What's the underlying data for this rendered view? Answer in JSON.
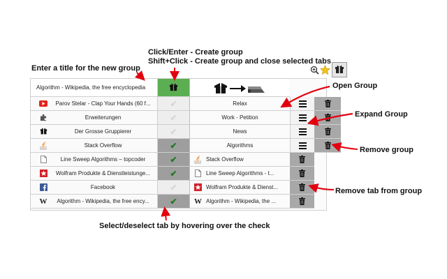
{
  "annotations": {
    "title_hint": "Enter a title for the new group",
    "create_hint_1": "Click/Enter - Create group",
    "create_hint_2": "Shift+Click - Create group and close selected tabs",
    "open_group": "Open Group",
    "expand_group": "Expand Group",
    "remove_group": "Remove group",
    "remove_tab": "Remove tab from group",
    "select_hint": "Select/deselect tab by hovering over the check"
  },
  "colors": {
    "accent_green": "#5cae52",
    "selected_gray": "#9e9e9e",
    "arrow_red": "#e3000f"
  },
  "toolbar": {
    "icons": [
      "zoom-icon",
      "star-icon",
      "tab-groups-extension-icon"
    ]
  },
  "new_group": {
    "title_value": "Algorithm - Wikipedia, the free encyclopedia",
    "create_icon": "gift-box-icon"
  },
  "tabs": [
    {
      "icon": "youtube-icon",
      "title": "Parov Stelar - Clap Your Hands (60 f...",
      "selected": false
    },
    {
      "icon": "puzzle-icon",
      "title": "Erweiterungen",
      "selected": false
    },
    {
      "icon": "gift-box-icon",
      "title": "Der Grosse Gruppierer",
      "selected": false
    },
    {
      "icon": "stackoverflow-icon",
      "title": "Stack Overflow",
      "selected": true
    },
    {
      "icon": "page-icon",
      "title": "Line Sweep Algorithms – topcoder",
      "selected": true
    },
    {
      "icon": "wolfram-icon",
      "title": "Wolfram Produkte & Dienstleistunge...",
      "selected": true
    },
    {
      "icon": "facebook-icon",
      "title": "Facebook",
      "selected": false
    },
    {
      "icon": "wikipedia-icon",
      "title": "Algorithm - Wikipedia, the free ency...",
      "selected": true
    }
  ],
  "groups": [
    {
      "name": "Relax"
    },
    {
      "name": "Work - Petition"
    },
    {
      "name": "News"
    },
    {
      "name": "Algorithms"
    }
  ],
  "group_tabs": [
    {
      "icon": "stackoverflow-icon",
      "title": "Stack Overflow"
    },
    {
      "icon": "page-icon",
      "title": "Line Sweep Algorithms - t..."
    },
    {
      "icon": "wolfram-icon",
      "title": "Wolfram Produkte & Dienst..."
    },
    {
      "icon": "wikipedia-icon",
      "title": "Algorithm - Wikipedia, the ..."
    }
  ]
}
